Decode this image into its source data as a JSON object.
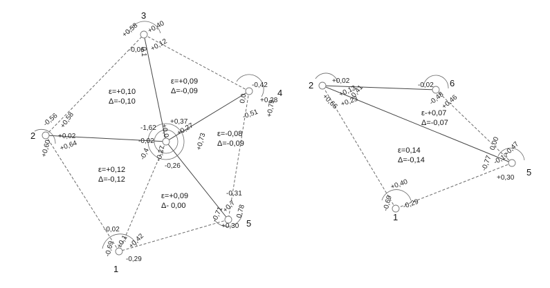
{
  "left_network": {
    "vertices": {
      "v1": "1",
      "v2": "2",
      "v3": "3",
      "v4": "4",
      "v5": "5"
    },
    "corrections": {
      "c3a": "+0,58",
      "c3b": "+0,40",
      "c3c": "-0,06",
      "c3d": "+0,12",
      "c3e": "0,1",
      "c4a": "-0,42",
      "c4b": "0,0",
      "c4c": "+0,28",
      "c4d": "-0,51",
      "c4e": "+0,79",
      "c2a": "-0,56",
      "c2b": "+0,58",
      "c2c": "+0,02",
      "c2d": "+0,64",
      "c2e": "+0,60",
      "c1a": "-0,02",
      "c1b": "-0,69",
      "c1c": "+0,1",
      "c1d": "+0,42",
      "c1e": "-0,29",
      "c5a": "-0,31",
      "c5b": "-0,71",
      "c5c": "+0,7",
      "c5d": "0,78",
      "c5e": "+0,30",
      "cca": "-1,62",
      "ccb": "+0,37",
      "ccc": "-0,02",
      "ccd": "+0,27",
      "cce": "+0,73",
      "ccf": "-0,4",
      "ccg": "-0,27",
      "cch": "-0,26",
      "cci": "+0,0"
    },
    "triangles": {
      "t1e": "ε=+0,10",
      "t1d": "Δ=-0,10",
      "t2e": "ε=+0,09",
      "t2d": "Δ=-0,09",
      "t3e": "ε=-0,08",
      "t3d": "Δ=-0,09",
      "t4e": "ε=+0,12",
      "t4d": "Δ=-0,12",
      "t5e": "ε=+0,09",
      "t5d": "Δ- 0,00"
    }
  },
  "right_network": {
    "vertices": {
      "v1": "1",
      "v2": "2",
      "v5": "5",
      "v6": "6"
    },
    "corrections": {
      "c2a": "+0,02",
      "c2b": "+0,13",
      "c2c": "-0,41",
      "c2d": "+0,23",
      "c2e": "+0,66",
      "c6a": "-0,02",
      "c6b": "-0,48",
      "c6c": "+0,46",
      "c5a": "0,00",
      "c5b": "-0,47",
      "c5c": "-0,77",
      "c5d": "-0,17",
      "c5e": "+0,30",
      "c1a": "+0,40",
      "c1b": "-0,69",
      "c1c": "-0,29"
    },
    "triangles": {
      "t1e": "ε-+0,07",
      "t1d": "Δ=-0,07",
      "t2e": "ε=0,14",
      "t2d": "Δ=-0,14"
    }
  }
}
